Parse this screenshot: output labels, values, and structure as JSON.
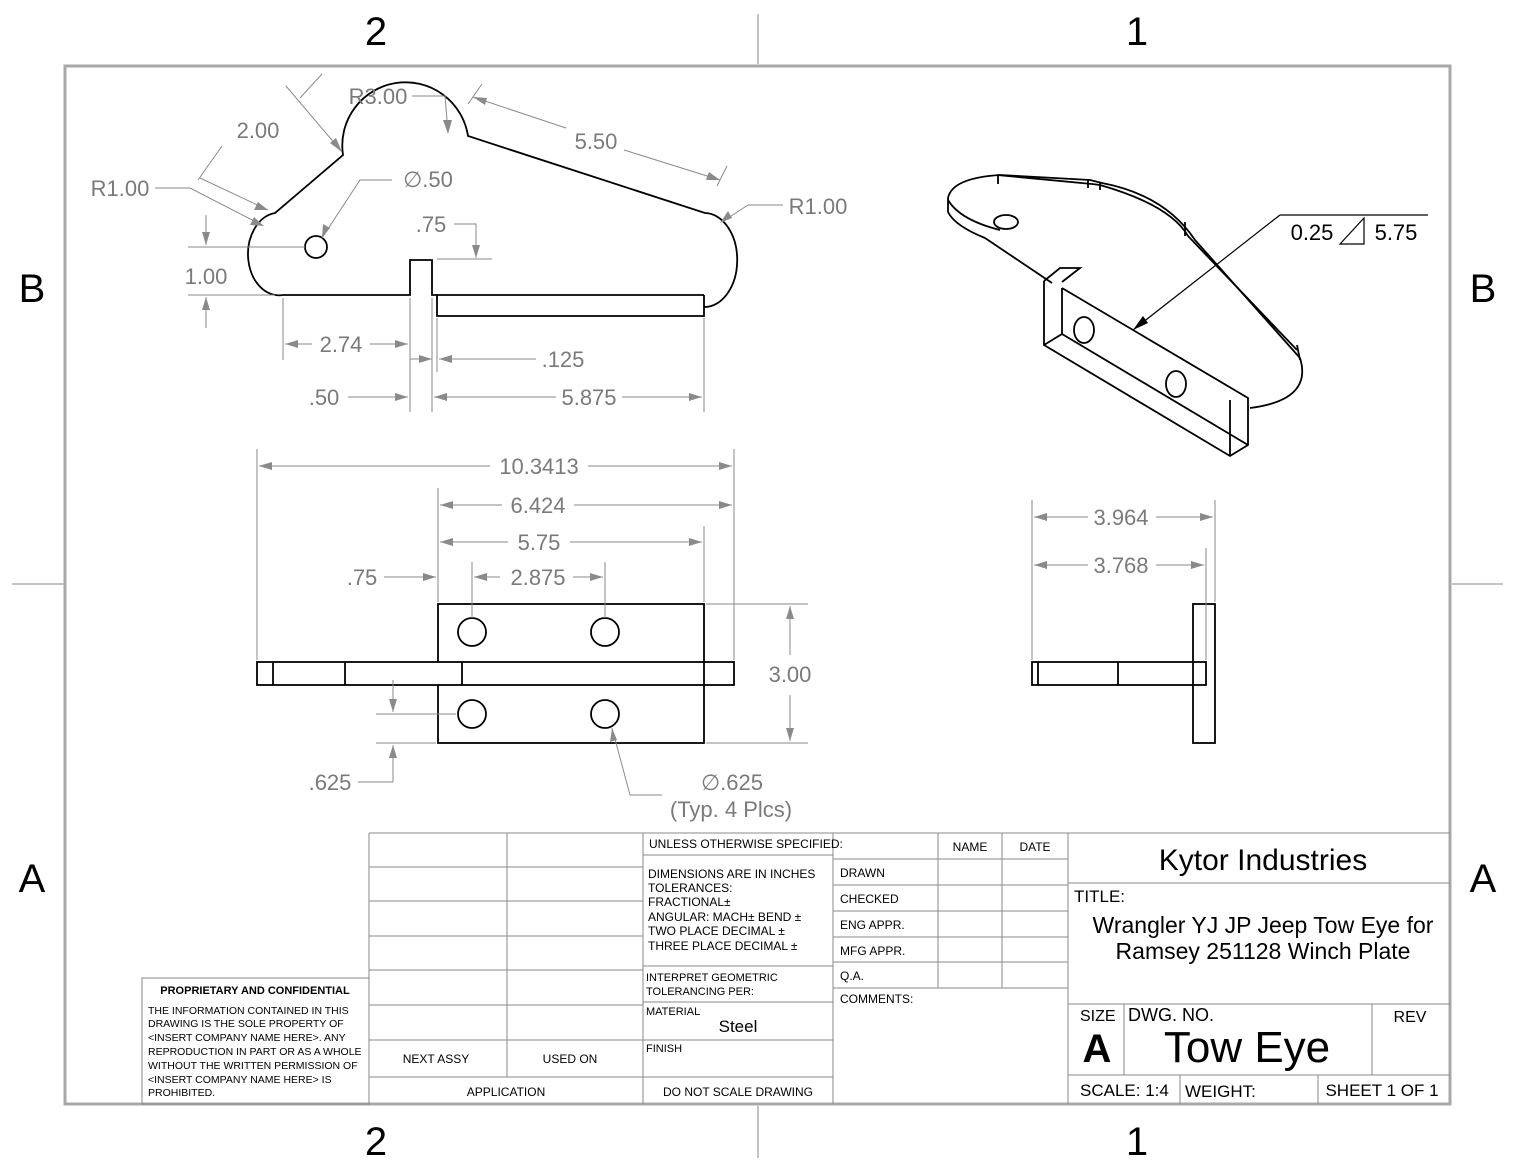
{
  "zones": {
    "top_left": "2",
    "top_right": "1",
    "bottom_left": "2",
    "bottom_right": "1",
    "left_upper": "B",
    "left_lower": "A",
    "right_upper": "B",
    "right_lower": "A"
  },
  "dimensions": {
    "r300": "R3.00",
    "d200": "2.00",
    "r100_left": "R1.00",
    "dia050": "∅.50",
    "d075_top": ".75",
    "d550": "5.50",
    "r100_right": "R1.00",
    "d100": "1.00",
    "d274": "2.74",
    "d0125": ".125",
    "d050": ".50",
    "d5875": "5.875",
    "d103413": "10.3413",
    "d6424": "6.424",
    "d575": "5.75",
    "d075_front": ".75",
    "d2875": "2.875",
    "d300": "3.00",
    "d0625": ".625",
    "dia0625": "∅.625",
    "typ4": "(Typ. 4 Plcs)",
    "d3964": "3.964",
    "d3768": "3.768"
  },
  "weld": {
    "size": "0.25",
    "length": "5.75"
  },
  "proprietary": {
    "title": "PROPRIETARY AND CONFIDENTIAL",
    "lines": [
      "THE INFORMATION CONTAINED IN THIS",
      "DRAWING IS THE SOLE PROPERTY OF",
      "<INSERT COMPANY NAME HERE>.  ANY",
      "REPRODUCTION IN PART OR AS A WHOLE",
      "WITHOUT THE WRITTEN PERMISSION OF",
      "<INSERT COMPANY NAME HERE> IS",
      "PROHIBITED."
    ]
  },
  "application": {
    "next_assy": "NEXT ASSY",
    "used_on": "USED ON",
    "label": "APPLICATION"
  },
  "tolerances": {
    "heading": "UNLESS OTHERWISE SPECIFIED:",
    "lines": [
      "DIMENSIONS ARE IN INCHES",
      "TOLERANCES:",
      "FRACTIONAL±",
      "ANGULAR: MACH±    BEND ±",
      "TWO PLACE DECIMAL    ±",
      "THREE PLACE DECIMAL   ±"
    ],
    "interpret_1": "INTERPRET GEOMETRIC",
    "interpret_2": "TOLERANCING PER:",
    "material_label": "MATERIAL",
    "material_value": "Steel",
    "finish_label": "FINISH",
    "do_not_scale": "DO NOT SCALE DRAWING"
  },
  "approvals": {
    "name_header": "NAME",
    "date_header": "DATE",
    "rows": [
      "DRAWN",
      "CHECKED",
      "ENG APPR.",
      "MFG APPR.",
      "Q.A."
    ],
    "comments": "COMMENTS:"
  },
  "title_block": {
    "company": "Kytor Industries",
    "title_label": "TITLE:",
    "title_line1": "Wrangler YJ JP Jeep Tow Eye for",
    "title_line2": "Ramsey 251128 Winch Plate",
    "size_label": "SIZE",
    "size_value": "A",
    "dwg_no_label": "DWG.  NO.",
    "dwg_no_value": "Tow Eye",
    "rev_label": "REV",
    "scale": "SCALE: 1:4",
    "weight": "WEIGHT:",
    "sheet": "SHEET 1 OF 1"
  }
}
